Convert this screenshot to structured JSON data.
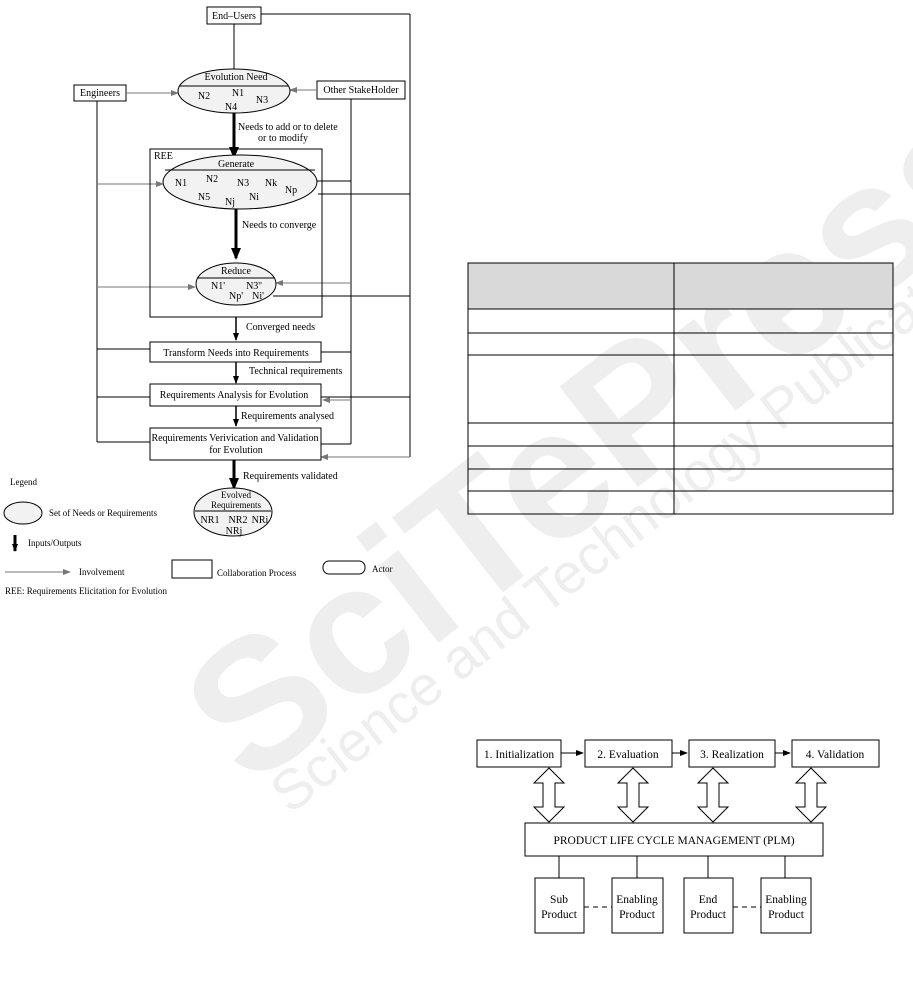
{
  "flowchart": {
    "end_users": "End–Users",
    "engineers": "Engineers",
    "other_stakeholder": "Other StakeHolder",
    "evolution_need": {
      "title": "Evolution Need",
      "items": [
        "N1",
        "N2",
        "N3",
        "N4"
      ]
    },
    "arrow_needs_change": [
      "Needs to add or to delete",
      "or to modify"
    ],
    "ree_label": "REE",
    "generate": {
      "title": "Generate",
      "items": [
        "N2",
        "N1",
        "N3",
        "Nk",
        "Np",
        "N5",
        "Nj",
        "Ni"
      ]
    },
    "arrow_converge": "Needs to converge",
    "reduce": {
      "title": "Reduce",
      "items": [
        "N1'",
        "N3''",
        "Np'",
        "Ni'"
      ]
    },
    "arrow_converged": "Converged needs",
    "transform": "Transform Needs into Requirements",
    "arrow_technical": "Technical requirements",
    "analysis": "Requirements Analysis for Evolution",
    "arrow_analysed": "Requirements analysed",
    "verification": [
      "Requirements Verivication and Validation",
      "for Evolution"
    ],
    "arrow_validated": "Requirements validated",
    "evolved": {
      "title": [
        "Evolved",
        "Requirements"
      ],
      "items": [
        "NR1",
        "NR2",
        "NRi",
        "NRj"
      ]
    },
    "legend": {
      "title": "Legend",
      "set": "Set of Needs or Requirements",
      "io": "Inputs/Outputs",
      "involvement": "Involvement",
      "collab": "Collaboration Process",
      "actor": "Actor",
      "ree": "REE: Requirements Elicitation   for Evolution"
    }
  },
  "table": {
    "header": [
      "",
      ""
    ],
    "rows": [
      [
        "",
        ""
      ],
      [
        "",
        ""
      ],
      [
        "",
        ""
      ],
      [
        "",
        ""
      ],
      [
        "",
        ""
      ],
      [
        "",
        ""
      ],
      [
        "",
        ""
      ]
    ]
  },
  "plm": {
    "phases": [
      "1. Initialization",
      "2. Evaluation",
      "3. Realization",
      "4. Validation"
    ],
    "center": "PRODUCT LIFE CYCLE MANAGEMENT (PLM)",
    "products": [
      [
        "Sub",
        "Product"
      ],
      [
        "Enabling",
        "Product"
      ],
      [
        "End",
        "Product"
      ],
      [
        "Enabling",
        "Product"
      ]
    ]
  },
  "watermark": {
    "line1": "SciTePress",
    "line2": "Science and Technology Publications"
  },
  "colors": {
    "table_header": "#d9d9d9",
    "ellipse_fill": "#f2f2f2",
    "watermark": "#eeeeee"
  }
}
